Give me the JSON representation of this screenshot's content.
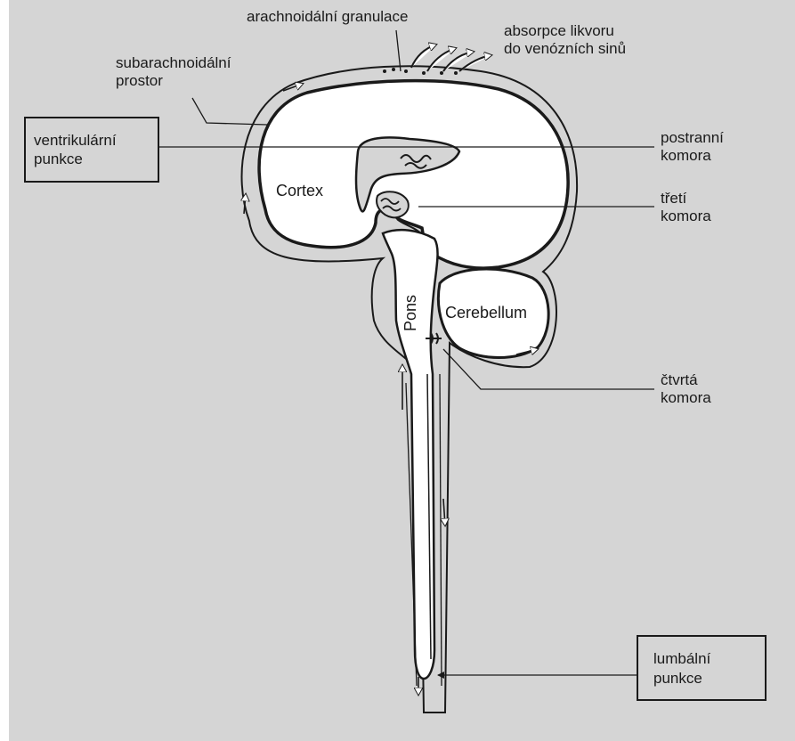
{
  "labels": {
    "arachnoid": "arachnoidální granulace",
    "absorption_line1": "absorpce likvoru",
    "absorption_line2": "do venózních sinů",
    "subarachnoid_line1": "subarachnoidální",
    "subarachnoid_line2": "prostor",
    "ventricular_line1": "ventrikulární",
    "ventricular_line2": "punkce",
    "lateral_line1": "postranní",
    "lateral_line2": "komora",
    "third_line1": "třetí",
    "third_line2": "komora",
    "cortex": "Cortex",
    "cerebellum": "Cerebellum",
    "pons": "Pons",
    "fourth_line1": "čtvrtá",
    "fourth_line2": "komora",
    "lumbar_line1": "lumbální",
    "lumbar_line2": "punkce"
  },
  "colors": {
    "background": "#d5d5d5",
    "tissue": "#ffffff",
    "ink": "#1a1a1a"
  }
}
